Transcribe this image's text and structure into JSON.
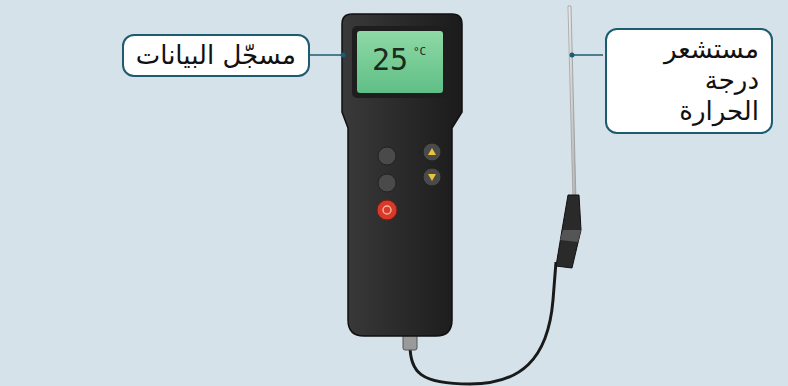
{
  "diagram": {
    "nodes": [
      {
        "text": [
          "مسجّل البيانات"
        ]
      },
      {
        "text": [
          "مستشعر درجة الحرارة"
        ]
      }
    ],
    "labels": [
      "25",
      "°C"
    ]
  }
}
